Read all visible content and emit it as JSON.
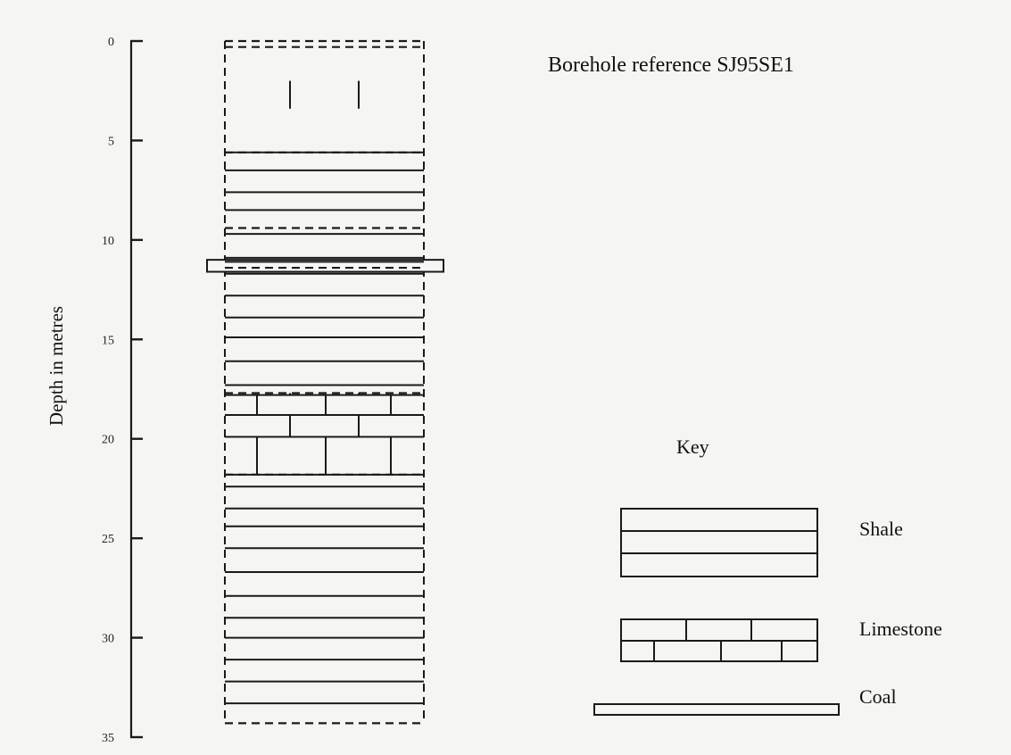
{
  "title": "Borehole reference SJ95SE1",
  "axis": {
    "label": "Depth in metres",
    "ticks": [
      0,
      5,
      10,
      15,
      20,
      25,
      30,
      35
    ],
    "min": 0,
    "max": 35
  },
  "key": {
    "title": "Key",
    "items": [
      {
        "label": "Shale",
        "pattern": "shale"
      },
      {
        "label": "Limestone",
        "pattern": "limestone"
      },
      {
        "label": "Coal",
        "pattern": "coal"
      }
    ]
  },
  "colors": {
    "ink": "#1a1a1a",
    "paper": "#f5f5f3"
  },
  "chart_data": {
    "type": "borehole-log",
    "title": "Borehole reference SJ95SE1",
    "ylabel": "Depth in metres",
    "ylim": [
      0,
      35
    ],
    "column_lines_depth_m": {
      "dashed": [
        0.0,
        0.3,
        5.6,
        9.4,
        11.4,
        17.7,
        21.8,
        34.3
      ],
      "solid": [
        5.6,
        6.5,
        7.6,
        8.5,
        9.7,
        10.9,
        11.1,
        11.7,
        12.8,
        13.9,
        14.9,
        16.1,
        17.3,
        17.8,
        18.8,
        19.9,
        21.8,
        22.4,
        23.5,
        24.4,
        25.5,
        26.7,
        27.9,
        29.0,
        30.0,
        31.1,
        32.2,
        33.3
      ],
      "limestone_intervals": [
        [
          2.0,
          3.4
        ],
        [
          17.7,
          21.8
        ]
      ],
      "coal_seams": [
        [
          11.0,
          11.6
        ]
      ]
    },
    "lithology_sequence": [
      {
        "from": 0.0,
        "to": 2.0,
        "rock": "unspecified (dashed)"
      },
      {
        "from": 2.0,
        "to": 3.4,
        "rock": "Limestone"
      },
      {
        "from": 3.4,
        "to": 11.0,
        "rock": "Shale"
      },
      {
        "from": 11.0,
        "to": 11.6,
        "rock": "Coal"
      },
      {
        "from": 11.6,
        "to": 17.7,
        "rock": "Shale"
      },
      {
        "from": 17.7,
        "to": 21.8,
        "rock": "Limestone"
      },
      {
        "from": 21.8,
        "to": 34.3,
        "rock": "Shale"
      }
    ],
    "legend": [
      "Shale",
      "Limestone",
      "Coal"
    ]
  }
}
